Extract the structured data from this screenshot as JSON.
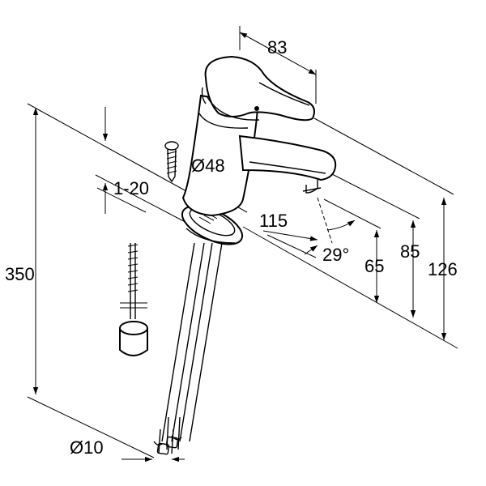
{
  "drawing": {
    "dimensions": {
      "width_83": "83",
      "diameter_48": "Ø48",
      "range_1_20": "1-20",
      "reach_115": "115",
      "angle_29": "29°",
      "height_350": "350",
      "height_65": "65",
      "height_85": "85",
      "height_126": "126",
      "diameter_10": "Ø10"
    },
    "parts": [
      "faucet-body-icon",
      "lever-handle-icon",
      "spout-icon",
      "mounting-ring-icon",
      "supply-hose-icon",
      "fixing-screw-icon",
      "drain-rod-icon",
      "weight-cylinder-icon"
    ]
  }
}
